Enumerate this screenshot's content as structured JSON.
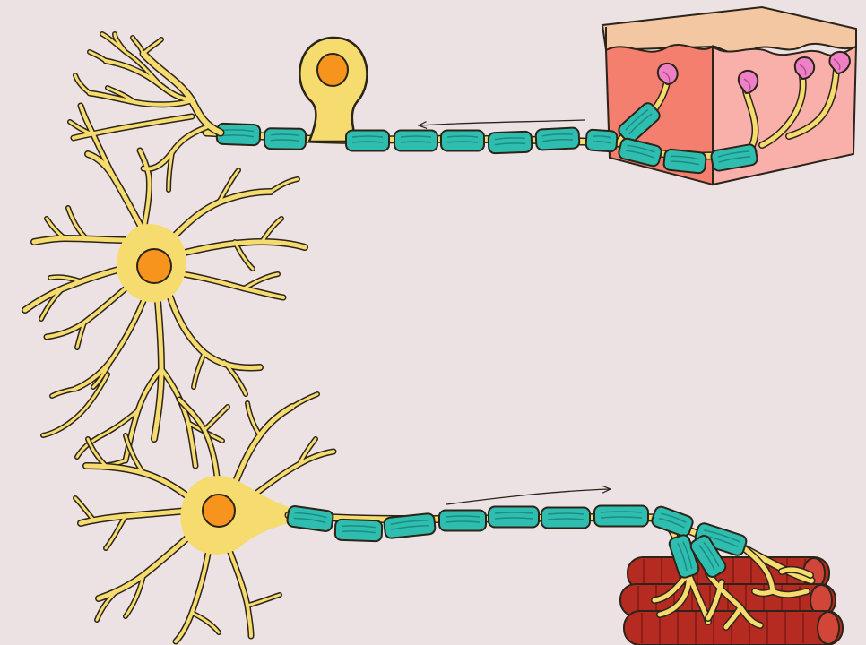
{
  "diagram": {
    "labels": [],
    "colors": {
      "background": "#ece1e3",
      "neuron_body": "#f6dc6e",
      "outline": "#2b2419",
      "nucleus": "#f7941d",
      "myelin": "#2fbdb0",
      "myelin_stripe": "#1b8d83",
      "skin_top": "#f3c7a2",
      "skin_front": "#f47f6f",
      "skin_side": "#f9b0aa",
      "receptor": "#ee80c6",
      "muscle": "#b52b21",
      "muscle_stripe": "#7d1a13"
    },
    "parts": [
      "sensory-neuron-cell-body",
      "sensory-axon",
      "skin-tissue-block",
      "skin-receptors",
      "interneuron",
      "motor-neuron-cell-body",
      "motor-axon",
      "skeletal-muscle-fibers",
      "signal-direction-arrows"
    ],
    "arrows": [
      {
        "name": "sensory-signal-arrow",
        "direction": "left"
      },
      {
        "name": "motor-signal-arrow",
        "direction": "right"
      }
    ]
  }
}
